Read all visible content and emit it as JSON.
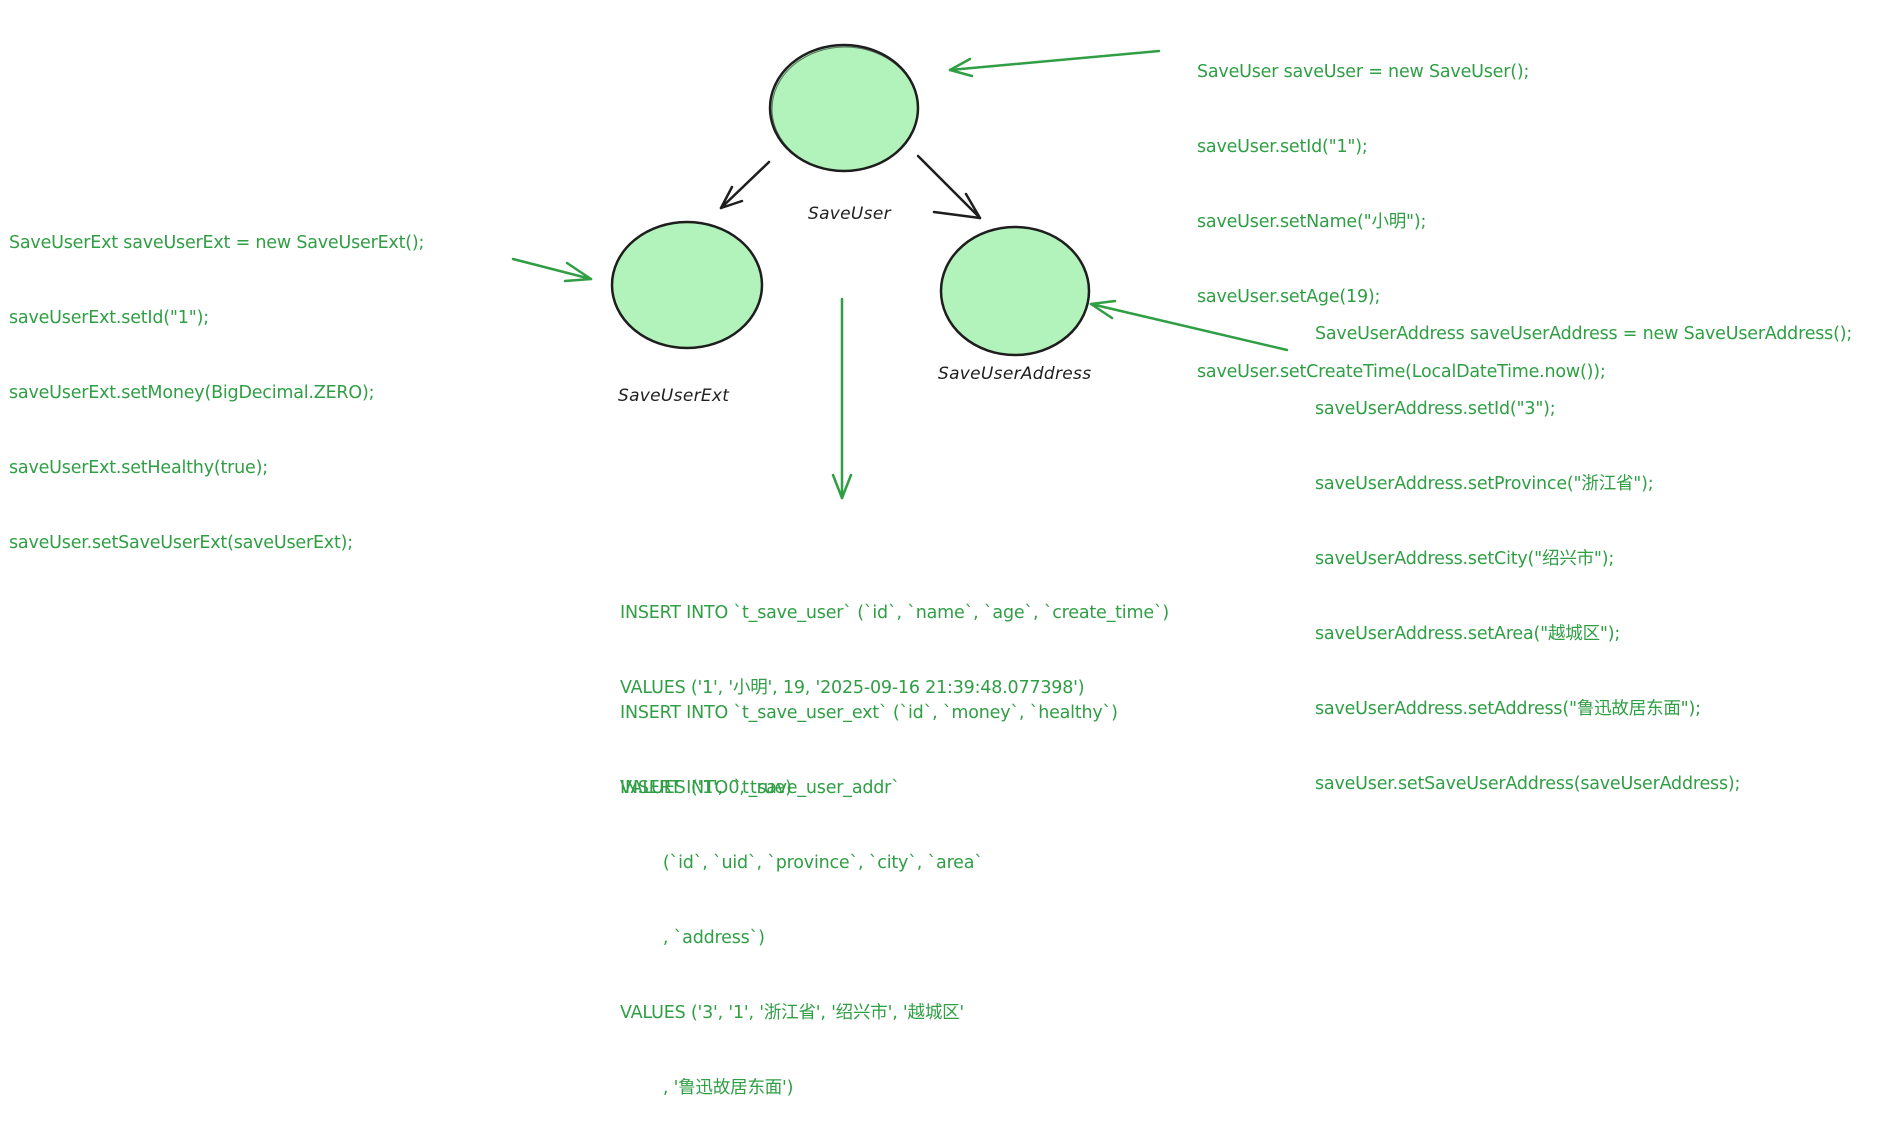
{
  "diagram": {
    "colors": {
      "code_text": "#2f9e44",
      "node_fill": "#b2f2bb",
      "node_stroke": "#1e1e1e",
      "tree_arrow": "#1e1e1e",
      "annotation_arrow": "#2f9e44",
      "background": "#ffffff"
    },
    "nodes": {
      "save_user": {
        "label": "SaveUser"
      },
      "save_user_ext": {
        "label": "SaveUserExt"
      },
      "save_user_address": {
        "label": "SaveUserAddress"
      }
    },
    "edges": [
      {
        "from": "SaveUser",
        "to": "SaveUserExt",
        "style": "black-arrow"
      },
      {
        "from": "SaveUser",
        "to": "SaveUserAddress",
        "style": "black-arrow"
      },
      {
        "from": "saveuser-code",
        "to": "SaveUser",
        "style": "green-arrow"
      },
      {
        "from": "saveuserext-code",
        "to": "SaveUserExt",
        "style": "green-arrow"
      },
      {
        "from": "saveuseraddress-code",
        "to": "SaveUserAddress",
        "style": "green-arrow"
      },
      {
        "from": "diagram",
        "to": "sql-statements",
        "style": "green-arrow"
      }
    ],
    "code_blocks": {
      "save_user": [
        "SaveUser saveUser = new SaveUser();",
        "saveUser.setId(\"1\");",
        "saveUser.setName(\"小明\");",
        "saveUser.setAge(19);",
        "saveUser.setCreateTime(LocalDateTime.now());"
      ],
      "save_user_ext": [
        "SaveUserExt saveUserExt = new SaveUserExt();",
        "saveUserExt.setId(\"1\");",
        "saveUserExt.setMoney(BigDecimal.ZERO);",
        "saveUserExt.setHealthy(true);",
        "saveUser.setSaveUserExt(saveUserExt);"
      ],
      "save_user_address": [
        "SaveUserAddress saveUserAddress = new SaveUserAddress();",
        "saveUserAddress.setId(\"3\");",
        "saveUserAddress.setProvince(\"浙江省\");",
        "saveUserAddress.setCity(\"绍兴市\");",
        "saveUserAddress.setArea(\"越城区\");",
        "saveUserAddress.setAddress(\"鲁迅故居东面\");",
        "saveUser.setSaveUserAddress(saveUserAddress);"
      ]
    },
    "sql": {
      "user": [
        "INSERT INTO `t_save_user` (`id`, `name`, `age`, `create_time`)",
        "VALUES ('1', '小明', 19, '2025-09-16 21:39:48.077398')"
      ],
      "ext": [
        "INSERT INTO `t_save_user_ext` (`id`, `money`, `healthy`)",
        "VALUES ('1', 0, true)"
      ],
      "addr": [
        "INSERT INTO `t_save_user_addr`",
        "        (`id`, `uid`, `province`, `city`, `area`",
        "        , `address`)",
        "VALUES ('3', '1', '浙江省', '绍兴市', '越城区'",
        "        , '鲁迅故居东面')"
      ]
    }
  }
}
